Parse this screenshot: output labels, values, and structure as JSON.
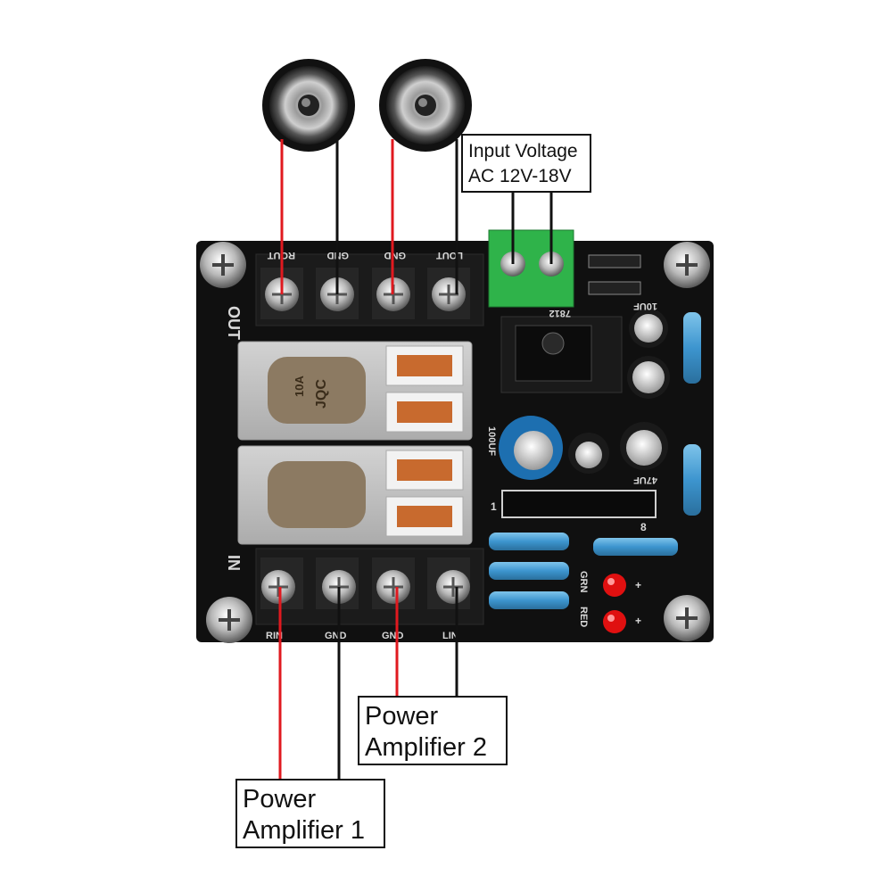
{
  "labels": {
    "input_voltage_line1": "Input Voltage",
    "input_voltage_line2": "AC 12V-18V",
    "amp2_line1": "Power",
    "amp2_line2": "Amplifier 2",
    "amp1_line1": "Power",
    "amp1_line2": "Amplifier 1"
  },
  "board_silkscreen": {
    "out_section": "OUT",
    "in_section": "IN",
    "out_terminals": [
      "ROUT",
      "GND",
      "GND",
      "LOUT"
    ],
    "in_terminals": [
      "RIN",
      "GND",
      "GND",
      "LIN"
    ],
    "relay_rating": "10A",
    "relay_brand": "JQC",
    "regulator": "7812",
    "cap_10uf": "10UF",
    "cap_100uf": "100UF",
    "cap_47uf": "47UF",
    "ic_pin_1": "1",
    "ic_pin_8": "8",
    "led_grn": "GRN",
    "led_red": "RED",
    "plus": "+"
  },
  "colors": {
    "board": "#101010",
    "wire_positive": "#e0191f",
    "wire_ground": "#111111",
    "terminal_block": "#2fb34a",
    "relay_copper": "#c86a2e",
    "led": "#e01010"
  }
}
